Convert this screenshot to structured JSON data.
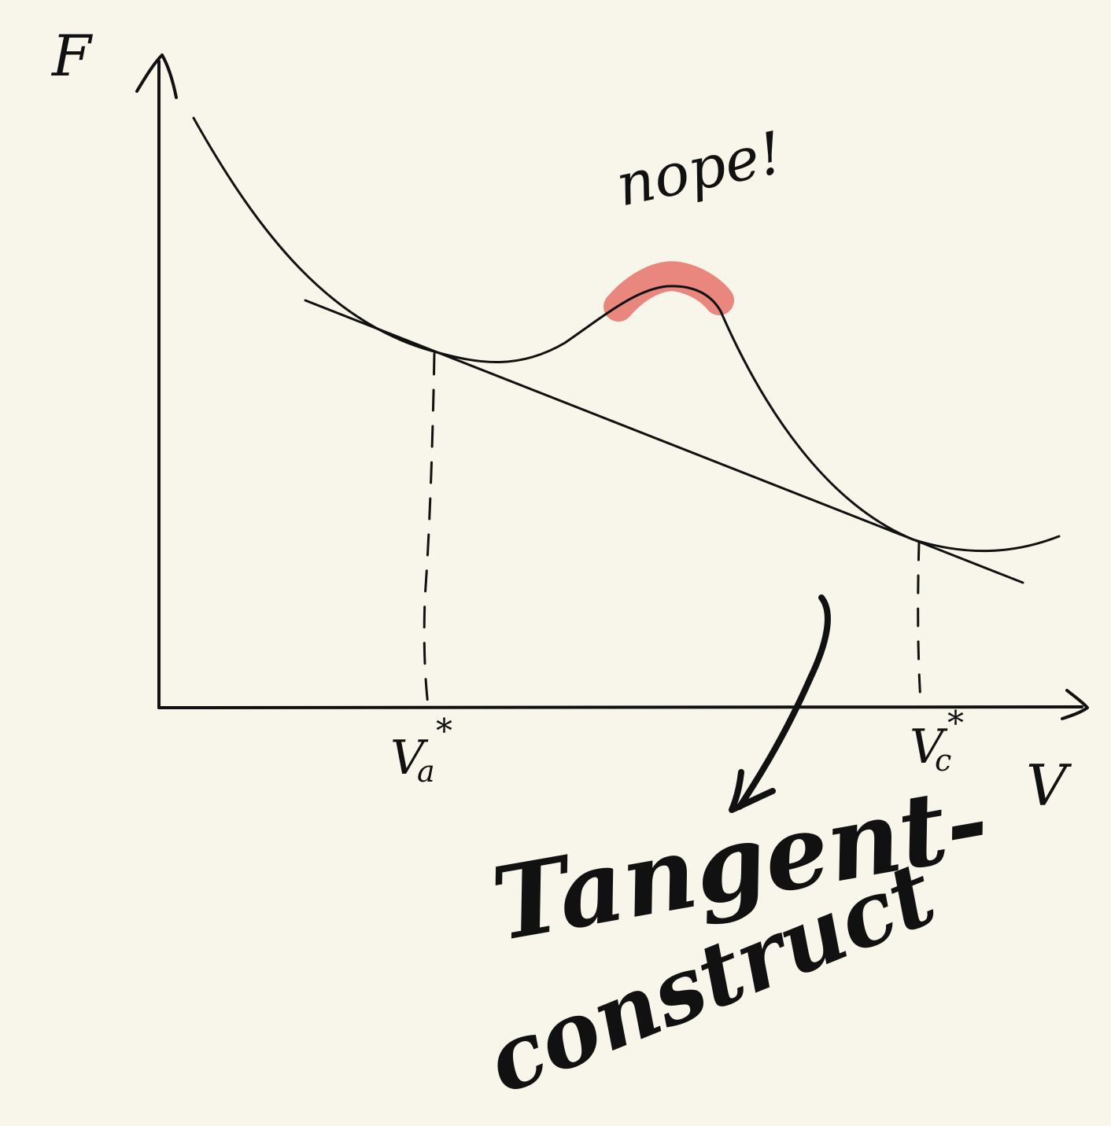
{
  "labels": {
    "y_axis": "F",
    "x_axis": "V",
    "tick_a": "V",
    "tick_a_sub": "a",
    "tick_a_sup": "*",
    "tick_c": "V",
    "tick_c_sub": "c",
    "tick_c_sup": "*",
    "annotation_peak": "nope!",
    "annotation_line1": "Tangent-",
    "annotation_line2": "construct"
  },
  "colors": {
    "background": "#f8f6ea",
    "ink": "#111111",
    "highlight": "#e88078"
  }
}
